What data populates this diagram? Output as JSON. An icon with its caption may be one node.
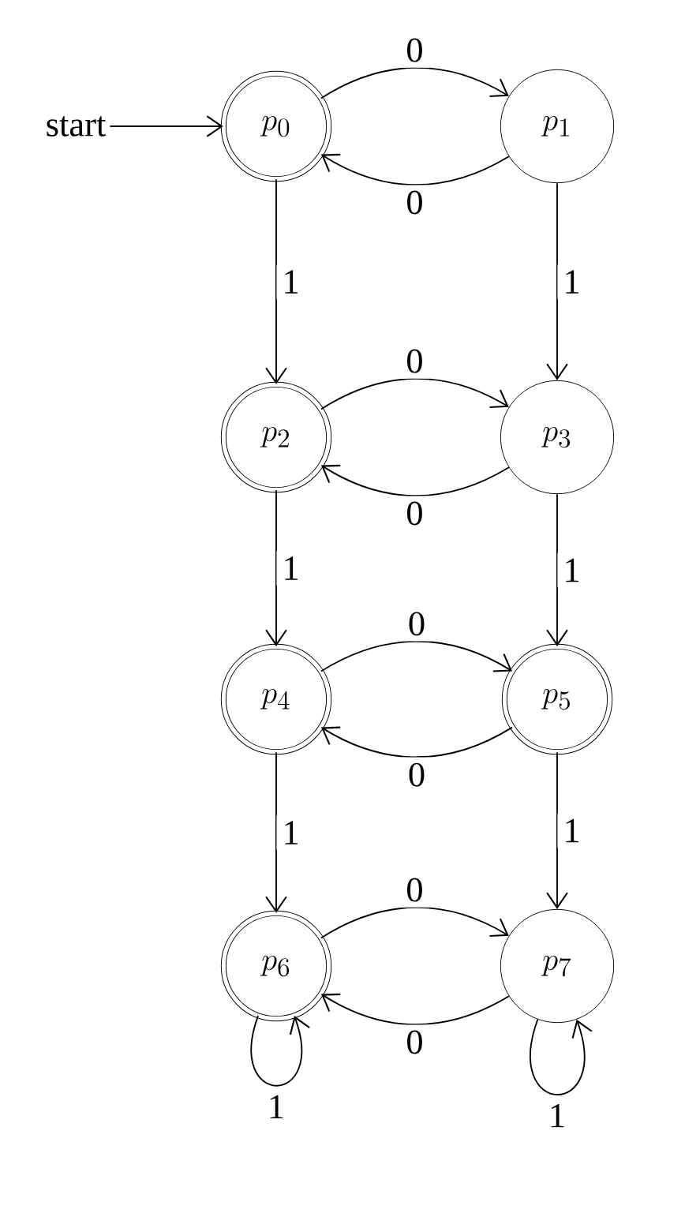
{
  "diagram": {
    "nodes": [
      {
        "text": [
          "start"
        ]
      },
      {
        "text": [
          "p_0"
        ]
      },
      {
        "text": [
          "p_1"
        ]
      },
      {
        "text": [
          "p_2"
        ]
      },
      {
        "text": [
          "p_3"
        ]
      },
      {
        "text": [
          "p_4"
        ]
      },
      {
        "text": [
          "p_5"
        ]
      },
      {
        "text": [
          "p_6"
        ]
      },
      {
        "text": [
          "p_7"
        ]
      }
    ],
    "edges": [
      {
        "from": 0,
        "to": 1,
        "arrow": "to"
      },
      {
        "from": 1,
        "to": 2,
        "arrow": "to",
        "label": "0"
      },
      {
        "from": 2,
        "to": 1,
        "arrow": "to",
        "label": "0"
      },
      {
        "from": 1,
        "to": 3,
        "arrow": "to",
        "label": "1"
      },
      {
        "from": 2,
        "to": 4,
        "arrow": "to",
        "label": "1"
      },
      {
        "from": 3,
        "to": 4,
        "arrow": "to",
        "label": "0"
      },
      {
        "from": 4,
        "to": 3,
        "arrow": "to",
        "label": "0"
      },
      {
        "from": 3,
        "to": 5,
        "arrow": "to",
        "label": "1"
      },
      {
        "from": 4,
        "to": 6,
        "arrow": "to",
        "label": "1"
      },
      {
        "from": 5,
        "to": 6,
        "arrow": "to",
        "label": "0"
      },
      {
        "from": 6,
        "to": 5,
        "arrow": "to",
        "label": "0"
      },
      {
        "from": 5,
        "to": 7,
        "arrow": "to",
        "label": "1"
      },
      {
        "from": 6,
        "to": 8,
        "arrow": "to",
        "label": "1"
      },
      {
        "from": 7,
        "to": 8,
        "arrow": "to",
        "label": "0"
      },
      {
        "from": 8,
        "to": 7,
        "arrow": "to",
        "label": "0"
      },
      {
        "from": 7,
        "to": 7,
        "arrow": "to",
        "label": "1"
      },
      {
        "from": 8,
        "to": 8,
        "arrow": "to",
        "label": "1"
      }
    ]
  }
}
